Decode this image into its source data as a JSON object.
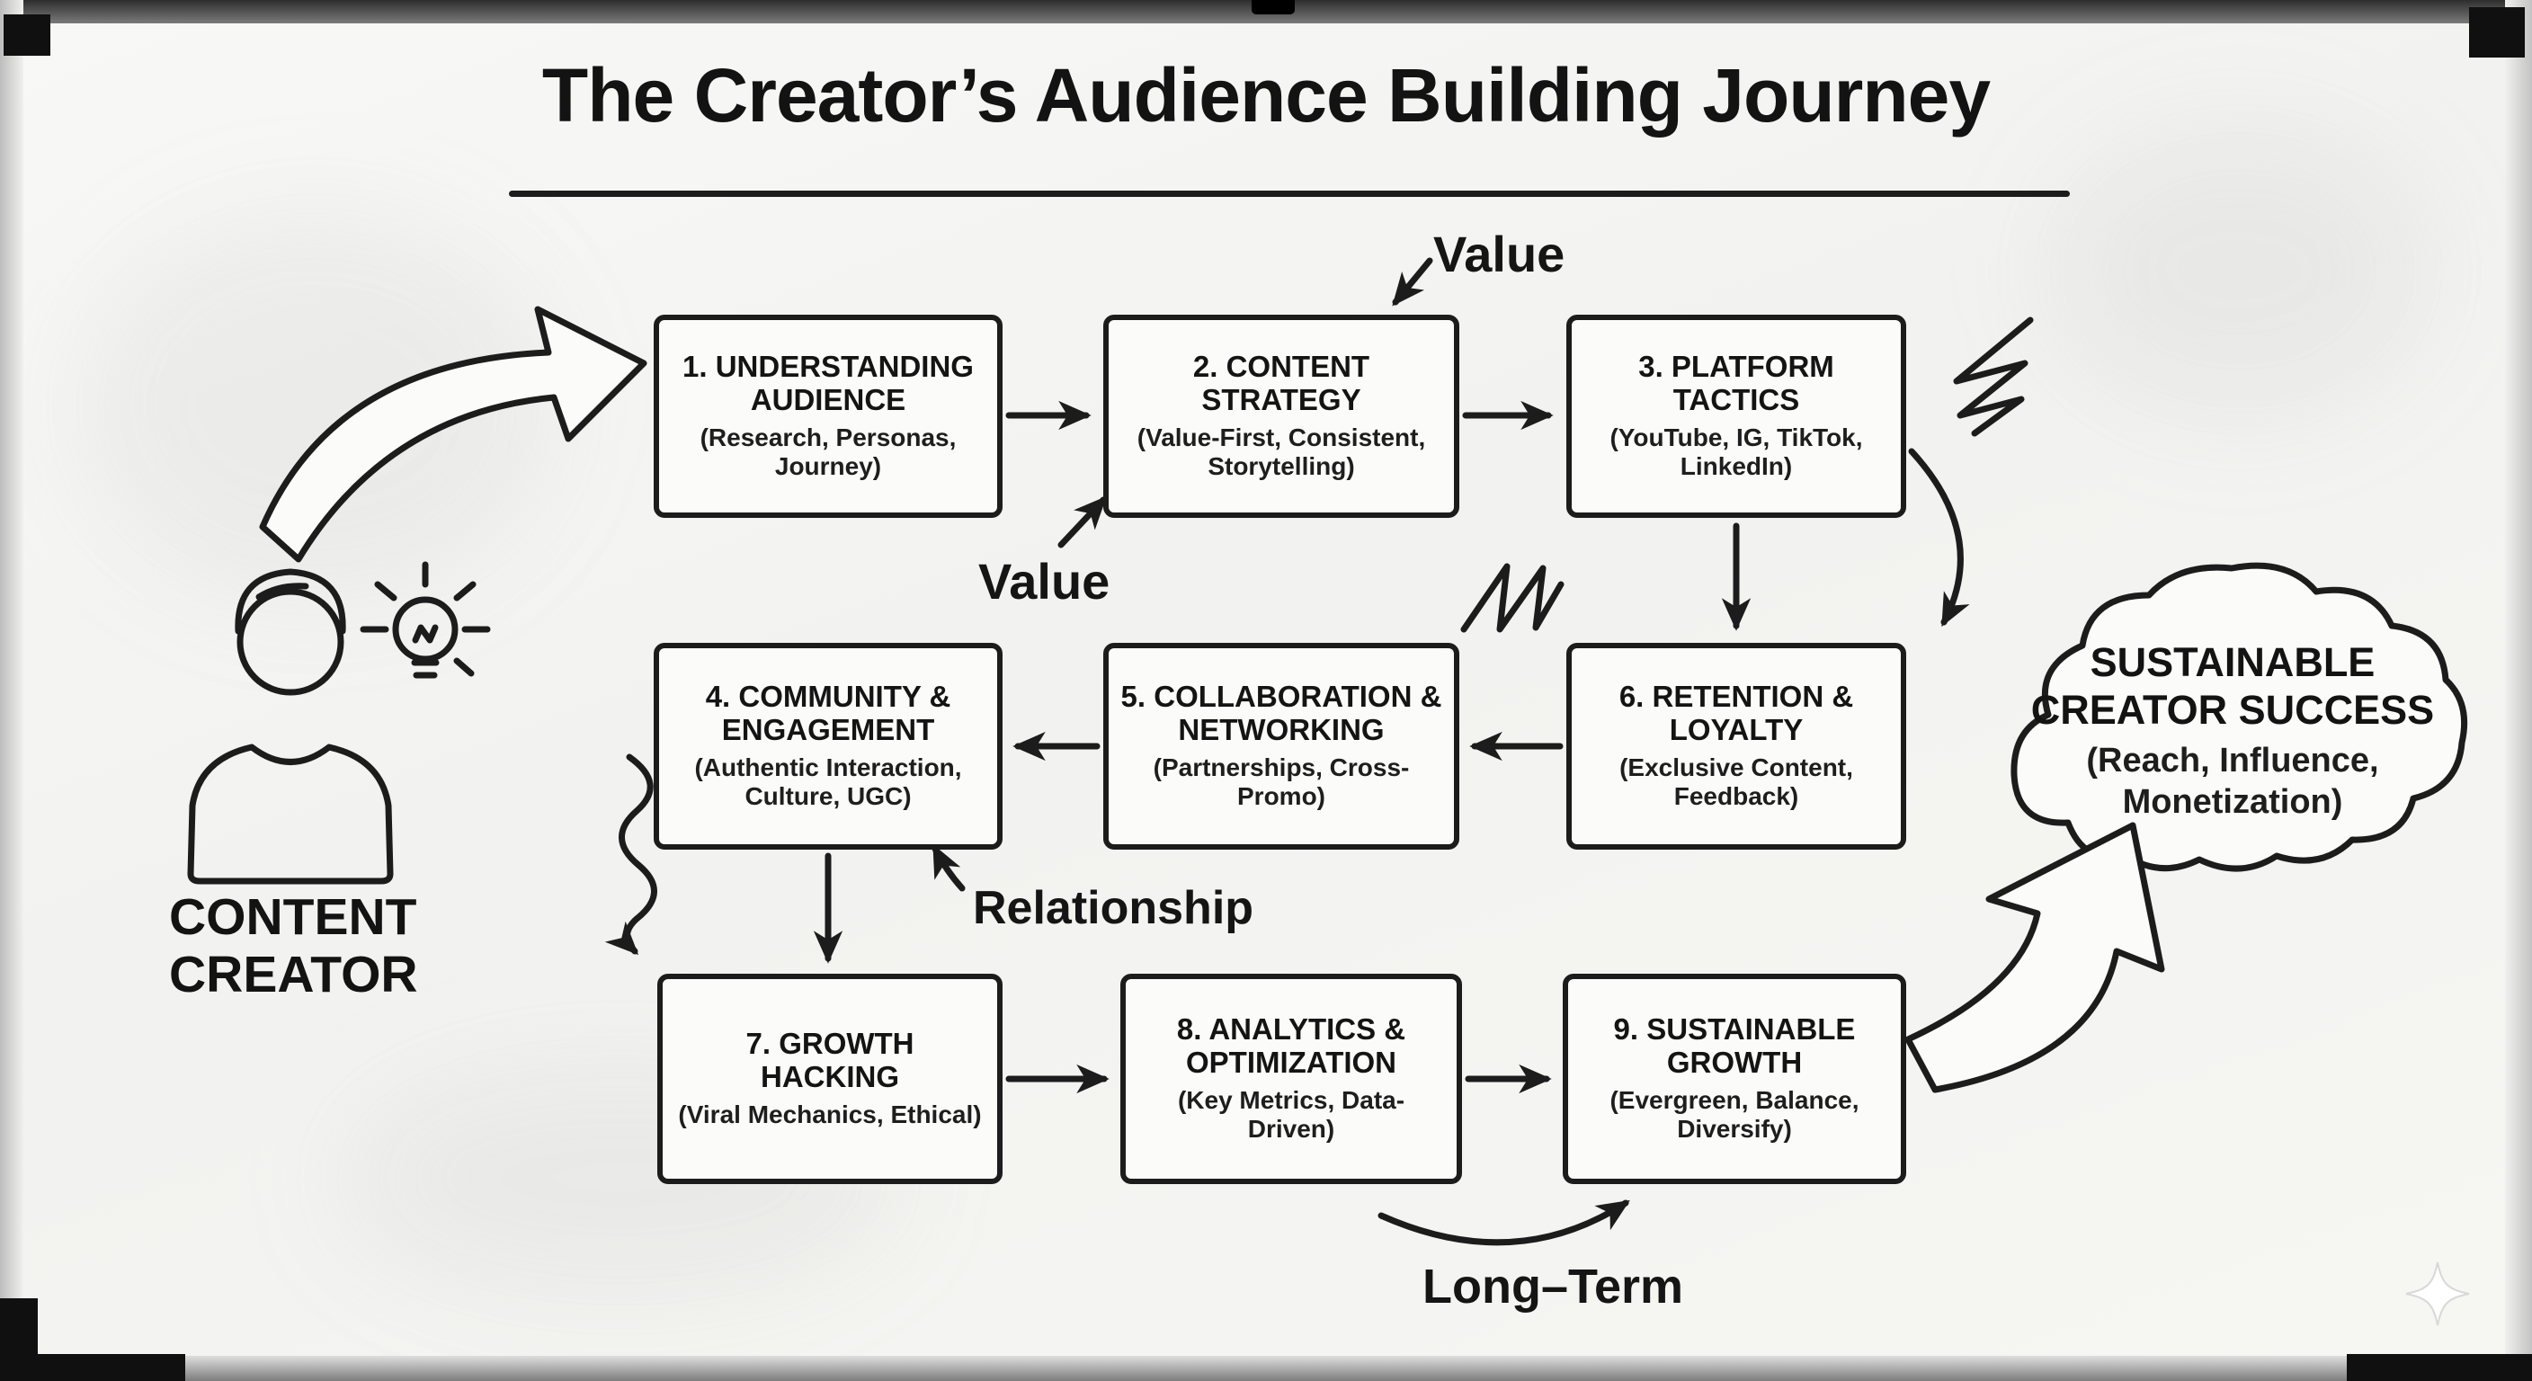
{
  "title": "The Creator’s Audience Building Journey",
  "creator": {
    "label": "CONTENT CREATOR"
  },
  "boxes": [
    {
      "title": "1. UNDERSTANDING AUDIENCE",
      "subtitle": "(Research, Personas, Journey)"
    },
    {
      "title": "2. CONTENT STRATEGY",
      "subtitle": "(Value-First, Consistent, Storytelling)"
    },
    {
      "title": "3. PLATFORM TACTICS",
      "subtitle": "(YouTube, IG, TikTok, LinkedIn)"
    },
    {
      "title": "4. COMMUNITY & ENGAGEMENT",
      "subtitle": "(Authentic Interaction, Culture, UGC)"
    },
    {
      "title": "5. COLLABORATION & NETWORKING",
      "subtitle": "(Partnerships, Cross-Promo)"
    },
    {
      "title": "6. RETENTION & LOYALTY",
      "subtitle": "(Exclusive Content, Feedback)"
    },
    {
      "title": "7. GROWTH HACKING",
      "subtitle": "(Viral Mechanics, Ethical)"
    },
    {
      "title": "8. ANALYTICS & OPTIMIZATION",
      "subtitle": "(Key Metrics, Data-Driven)"
    },
    {
      "title": "9. SUSTAINABLE GROWTH",
      "subtitle": "(Evergreen, Balance, Diversify)"
    }
  ],
  "cloud": {
    "title": "SUSTAINABLE CREATOR SUCCESS",
    "subtitle": "(Reach, Influence, Monetization)"
  },
  "annotations": {
    "value_top": "Value",
    "value_bottom": "Value",
    "relationship": "Relationship",
    "long_term": "Long–Term"
  },
  "icons": {
    "creator": "person-icon",
    "idea": "lightbulb-icon",
    "success": "cloud-shape",
    "watermark": "sparkle-icon"
  },
  "colors": {
    "ink": "#1c1c1c",
    "board": "#f6f6f4",
    "frame_dark": "#2e2e2e"
  }
}
